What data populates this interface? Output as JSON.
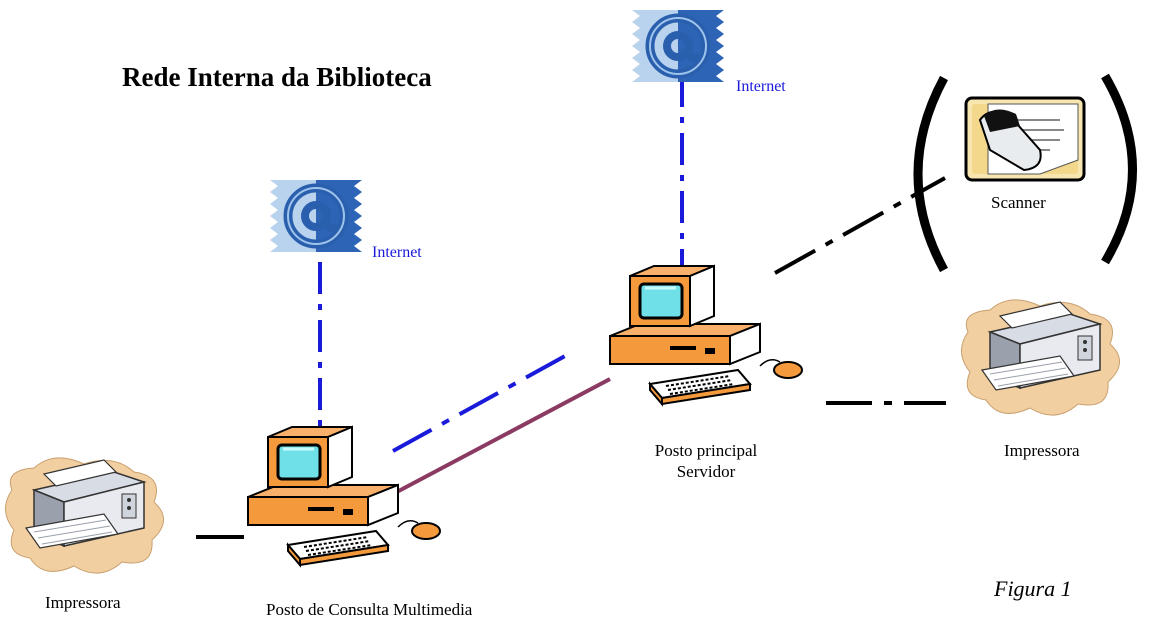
{
  "title": "Rede Interna da Biblioteca",
  "figure_caption": "Figura 1",
  "colors": {
    "internet_link": "#1a1adb",
    "peripheral_link": "#000000",
    "lan_link": "#8b3a62",
    "computer_orange": "#f59a3c",
    "screen_cyan": "#6fe0e8",
    "printer_blob": "#f2cfa0",
    "internet_icon_blue": "#3c78c8"
  },
  "nodes": {
    "internet_top": {
      "icon": "at-sign-internet-icon",
      "label": "Internet"
    },
    "internet_left": {
      "icon": "at-sign-internet-icon",
      "label": "Internet"
    },
    "scanner": {
      "icon": "scanner-icon",
      "label": "Scanner"
    },
    "server": {
      "icon": "desktop-computer-icon",
      "label_line1": "Posto principal",
      "label_line2": "Servidor"
    },
    "multimedia": {
      "icon": "desktop-computer-icon",
      "label": "Posto de Consulta Multimedia"
    },
    "printer_right": {
      "icon": "printer-icon",
      "label": "Impressora"
    },
    "printer_left": {
      "icon": "printer-icon",
      "label": "Impressora"
    }
  }
}
